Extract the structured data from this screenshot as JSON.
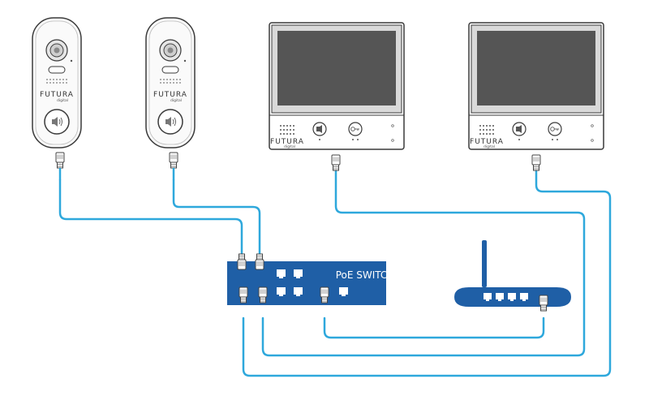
{
  "switch": {
    "label": "PoE SWITCH"
  },
  "brand": {
    "name": "FUTURA",
    "sub": "digital"
  },
  "colors": {
    "cable": "#2ea8dc",
    "switch_body": "#1f5fa6",
    "router_body": "#1f5fa6",
    "panel_outline": "#3a3a3a",
    "screen": "#555555"
  },
  "icons": {
    "door_station": "door-station-icon",
    "monitor": "indoor-monitor-icon",
    "switch": "poe-switch-icon",
    "router": "router-icon",
    "connector": "rj45-connector-icon",
    "speaker": "speaker-icon",
    "key": "key-icon"
  }
}
